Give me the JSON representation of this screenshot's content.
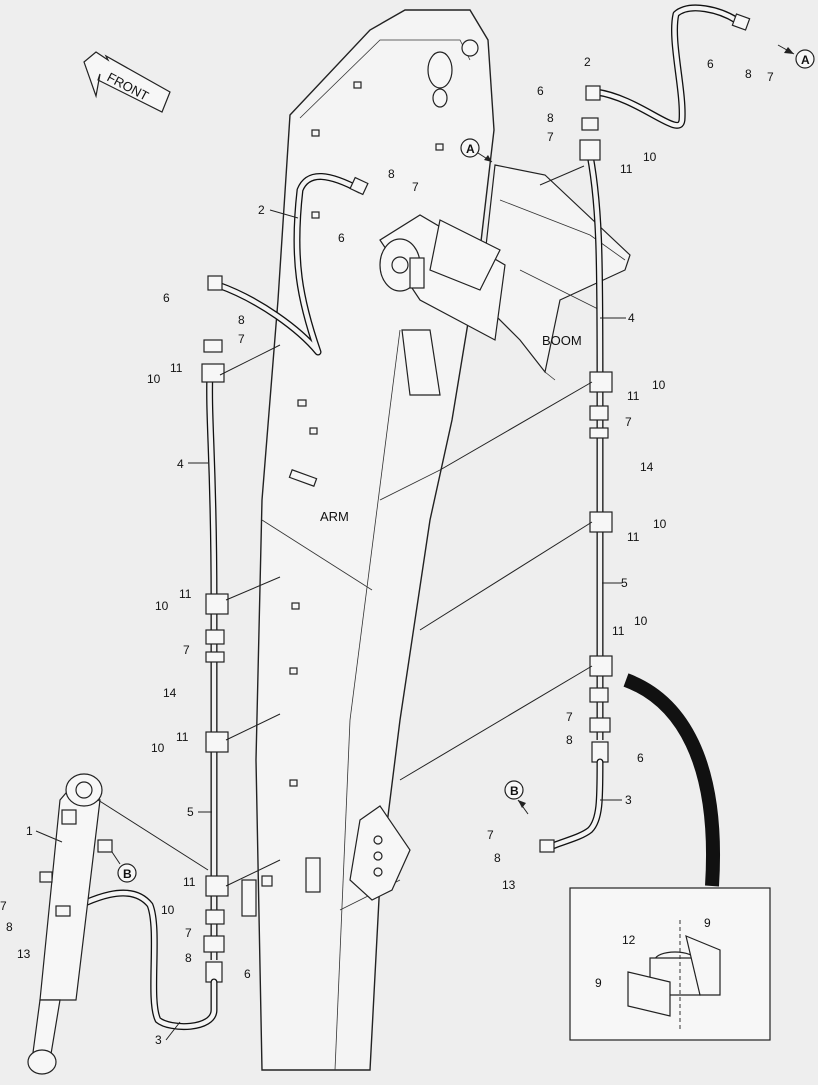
{
  "labels": {
    "front": "FRONT",
    "arm": "ARM",
    "boom": "BOOM",
    "callout_a": "A",
    "callout_b": "B"
  },
  "part_numbers": {
    "p1": "1",
    "p2": "2",
    "p3": "3",
    "p4": "4",
    "p5": "5",
    "p6": "6",
    "p7": "7",
    "p8": "8",
    "p9": "9",
    "p10": "10",
    "p11": "11",
    "p12": "12",
    "p13": "13",
    "p14": "14"
  }
}
